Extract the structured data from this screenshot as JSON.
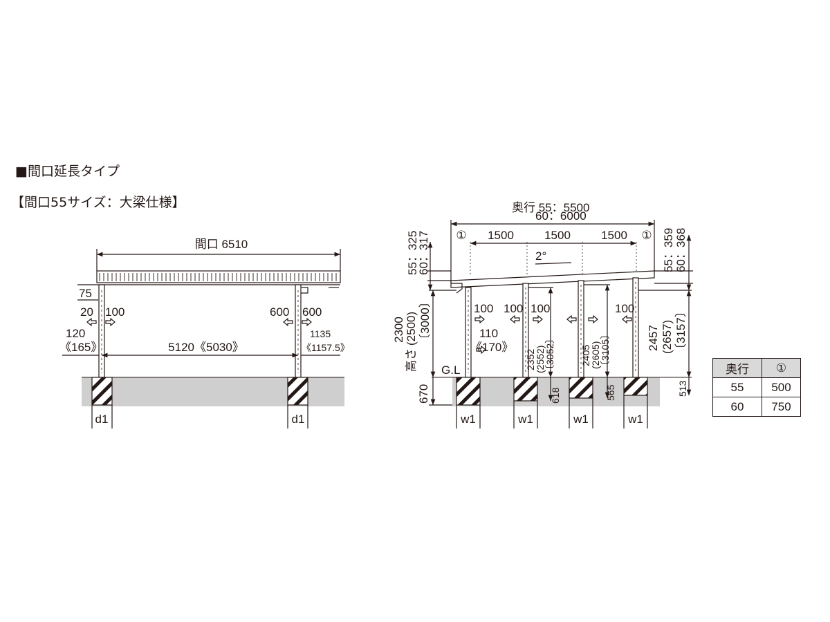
{
  "section_title": "■間口延長タイプ",
  "variant_title": "【間口55サイズ：大梁仕様】",
  "front_view": {
    "width_label": "間口 6510",
    "beam_height": "75",
    "left_offset_a": "20",
    "left_offset_b": "100",
    "left_overhang": "120",
    "left_overhang_alt": "《165》",
    "post_span": "5120《5030》",
    "right_offset_a": "600",
    "right_offset_b": "600",
    "right_overhang": "1135",
    "right_overhang_alt": "《1157.5》",
    "footing_label_left": "d1",
    "footing_label_right": "d1"
  },
  "side_view": {
    "depth_label_line1": "奥行 55：5500",
    "depth_label_line2": "60：6000",
    "bay_1": "1500",
    "bay_2": "1500",
    "bay_3": "1500",
    "marker_left": "①",
    "marker_right": "①",
    "slope": "2°",
    "left_top_1": "55：325",
    "left_top_2": "60：317",
    "right_top_1": "55：359",
    "right_top_2": "60：368",
    "height_1": "2300",
    "height_2": "(2500)",
    "height_3": "〔3000〕",
    "height_caption": "高さ",
    "gl_label": "G.L",
    "embed_depth": "670",
    "post_offset_1": "100",
    "post_offset_2": "100",
    "post_offset_3": "100",
    "post_offset_4": "100",
    "front_overhang": "110",
    "front_overhang_alt": "《170》",
    "post2_h1": "2352",
    "post2_h2": "(2552)",
    "post2_h3": "〔3052〕",
    "post2_embed": "618",
    "post3_h1": "2405",
    "post3_h2": "(2605)",
    "post3_h3": "〔3105〕",
    "post3_embed": "565",
    "post4_h1": "2457",
    "post4_h2": "(2657)",
    "post4_h3": "〔3157〕",
    "post4_embed": "513",
    "footing_1": "w1",
    "footing_2": "w1",
    "footing_3": "w1",
    "footing_4": "w1"
  },
  "depth_table": {
    "header_1": "奥行",
    "header_2": "①",
    "rows": [
      {
        "depth": "55",
        "value": "500"
      },
      {
        "depth": "60",
        "value": "750"
      }
    ]
  },
  "colors": {
    "ink": "#231815",
    "ground": "#cfcfcf",
    "table_header": "#d9d9d9"
  }
}
